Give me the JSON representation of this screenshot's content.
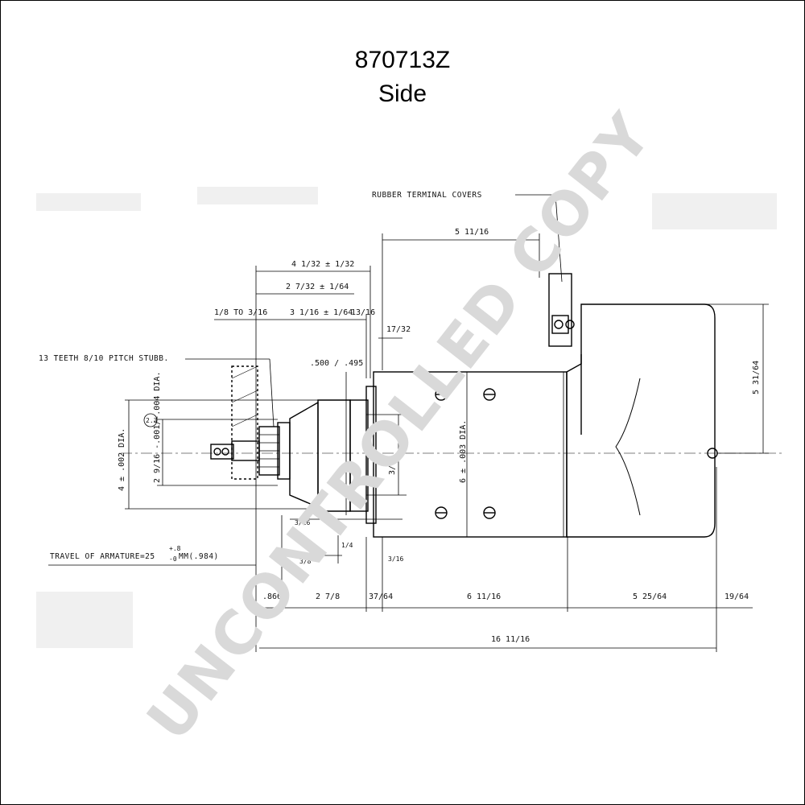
{
  "title": {
    "part_number": "870713Z",
    "view": "Side"
  },
  "watermark": {
    "text": "UNCONTROLLED COPY",
    "color": "#d9d9d9"
  },
  "notes": {
    "terminal_covers": "RUBBER TERMINAL COVERS",
    "teeth": "13 TEETH 8/10 PITCH STUBB.",
    "travel": "TRAVEL OF ARMATURE=25",
    "travel_tol": "+.8",
    "travel_tol2": "-0",
    "travel_mm": "MM(.984)"
  },
  "dimensions": {
    "overall_length": "16 11/16",
    "body_length": "5 11/16",
    "flange_to_end_a": "4 1/32 ± 1/32",
    "flange_to_end_b": "2 7/32 ± 1/64",
    "flange_to_end_c": "3 1/16 ± 1/64",
    "flange_thickness": "13/16",
    "range_a": "1/8 TO 3/16",
    "gap_17_32": "17/32",
    "shaft_dia": ".500 / .495",
    "pilot_dia": "4 ± .002 DIA.",
    "pinion_dia": "2 9/16 -.001/-.004 DIA.",
    "circle_label": "2.3",
    "housing_dia": "6 ± .003 DIA.",
    "end_height": "5 31/64",
    "inner_3_64": "3/64",
    "left_866": ".866",
    "seg_2_7_8": "2 7/8",
    "seg_37_64": "37/64",
    "seg_6_11_16": "6 11/16",
    "seg_5_25_64": "5 25/64",
    "seg_19_64": "19/64",
    "small_3_16_a": "3/16",
    "small_3_16_b": "3/16",
    "small_1_4": "1/4",
    "small_3_8": "3/8"
  }
}
